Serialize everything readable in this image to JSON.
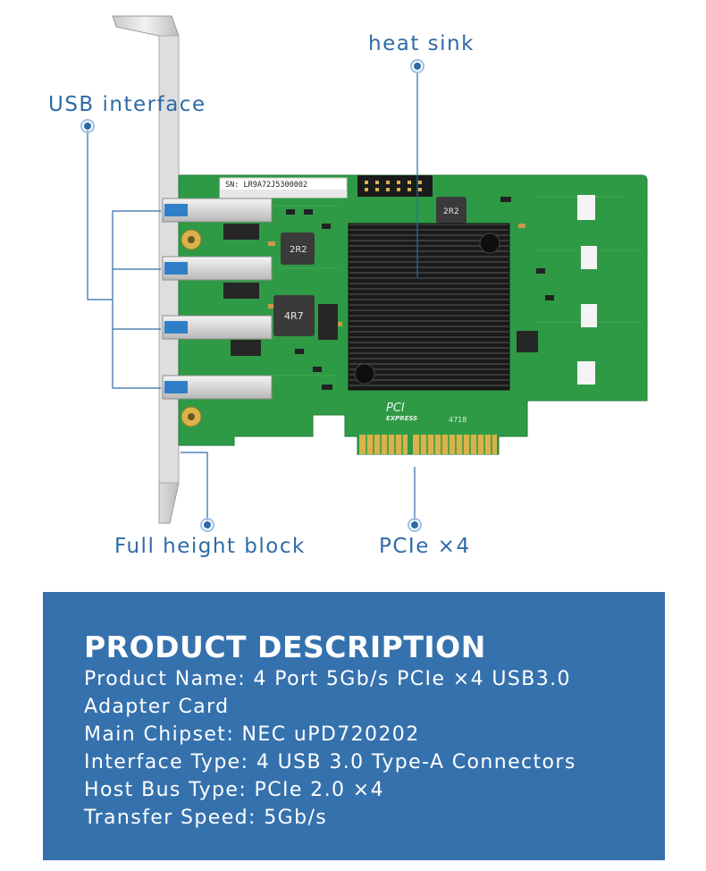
{
  "callouts": {
    "heat_sink": "heat sink",
    "usb_interface": "USB interface",
    "full_height_block": "Full height block",
    "pcie": "PCIe ×4"
  },
  "board": {
    "serial_label": "SN: LR9A72J5300002",
    "inductor_1": "2R2",
    "inductor_2": "4R7",
    "inductor_3": "2R2",
    "pci_logo_line1": "PCI",
    "pci_logo_line2": "EXPRESS",
    "chip_mark": "4718"
  },
  "colors": {
    "accent": "#3571ad",
    "callout_text": "#2f6aa6",
    "pcb_green": "#2f9a45",
    "heatsink": "#1c1c1c",
    "gold": "#d9b24a"
  },
  "description": {
    "title": "PRODUCT  DESCRIPTION",
    "specs": [
      {
        "key": "Product Name",
        "sep": ": ",
        "value": "4 Port 5Gb/s PCIe ×4 USB3.0",
        "value2": "Adapter Card"
      },
      {
        "key": "Main Chipset",
        "sep": ": ",
        "value": "NEC uPD720202"
      },
      {
        "key": "Interface Type",
        "sep": ": ",
        "value": "4 USB 3.0 Type-A Connectors"
      },
      {
        "key": "Host Bus Type",
        "sep": ": ",
        "value": "PCIe 2.0 ×4"
      },
      {
        "key": "Transfer Speed",
        "sep": ": ",
        "value": "5Gb/s"
      }
    ]
  }
}
